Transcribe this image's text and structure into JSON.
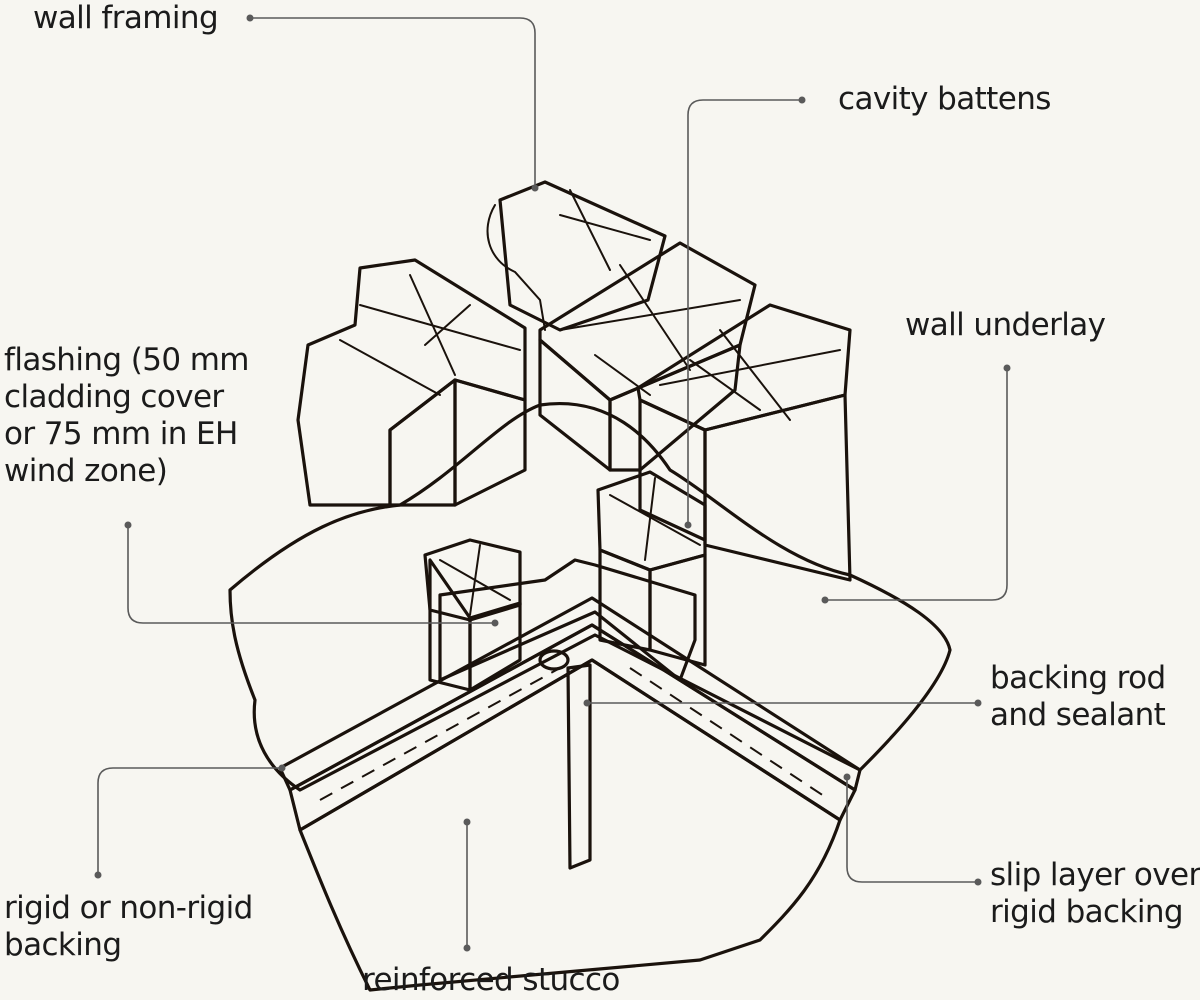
{
  "diagram": {
    "labels": {
      "wall_framing": [
        "wall framing"
      ],
      "cavity_battens": [
        "cavity battens"
      ],
      "wall_underlay": [
        "wall underlay"
      ],
      "flashing": [
        "flashing (50 mm",
        "cladding cover",
        "or 75 mm in EH",
        "wind zone)"
      ],
      "backing_rod": [
        "backing rod",
        "and sealant"
      ],
      "slip_layer": [
        "slip layer over",
        "rigid backing"
      ],
      "rigid_backing": [
        "rigid or non-rigid",
        "backing"
      ],
      "stucco": [
        "reinforced stucco"
      ]
    },
    "colors": {
      "background": "#f7f6f1",
      "timber_light": "#eab36f",
      "timber_dark": "#c98a3e",
      "underlay": "#6b6b6b",
      "flashing": "#c9c9c9",
      "slip_layer": "#d9b8d6",
      "stucco": "#e9ecc0",
      "sealant": "#a9c1e6",
      "leader": "#5a5a5a"
    }
  }
}
